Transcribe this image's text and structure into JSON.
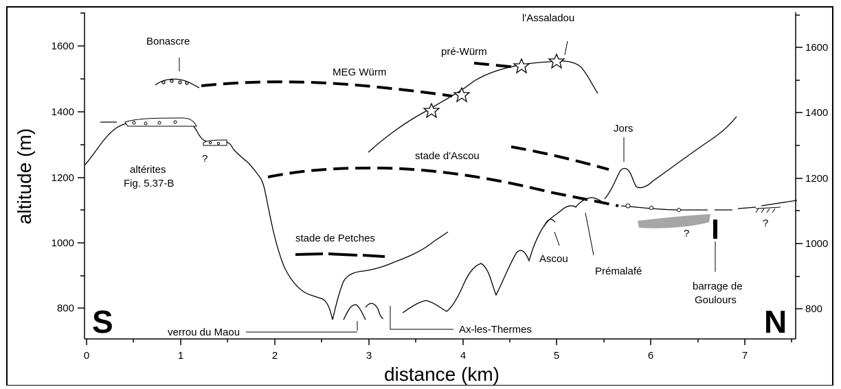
{
  "figure": {
    "x_axis_title": "distance (km)",
    "y_axis_title": "altitude (m)",
    "x_ticks": [
      "0",
      "1",
      "2",
      "3",
      "4",
      "5",
      "6",
      "7"
    ],
    "y_ticks_left": [
      "800",
      "1000",
      "1200",
      "1400",
      "1600"
    ],
    "y_ticks_right": [
      "800",
      "1000",
      "1200",
      "1400",
      "1600"
    ],
    "corner_left": "S",
    "corner_right": "N"
  },
  "annotations": {
    "bonascre": "Bonascre",
    "assaladou": "l'Assaladou",
    "pre_wurm": "pré-Würm",
    "meg_wurm": "MEG Würm",
    "jors": "Jors",
    "stade_ascou": "stade d'Ascou",
    "alterites_1": "altérites",
    "alterites_2": "Fig. 5.37-B",
    "question_1": "?",
    "question_2": "?",
    "question_3": "?",
    "stade_petches": "stade de Petches",
    "ascou": "Ascou",
    "premalafe": "Prémalafé",
    "barrage_1": "barrage de",
    "barrage_2": "Goulours",
    "verrou": "verrou du Maou",
    "ax_les_thermes": "Ax-les-Thermes"
  },
  "colors": {
    "line": "#000000",
    "deposit_fill": "#a6a6a6",
    "background": "#ffffff"
  }
}
